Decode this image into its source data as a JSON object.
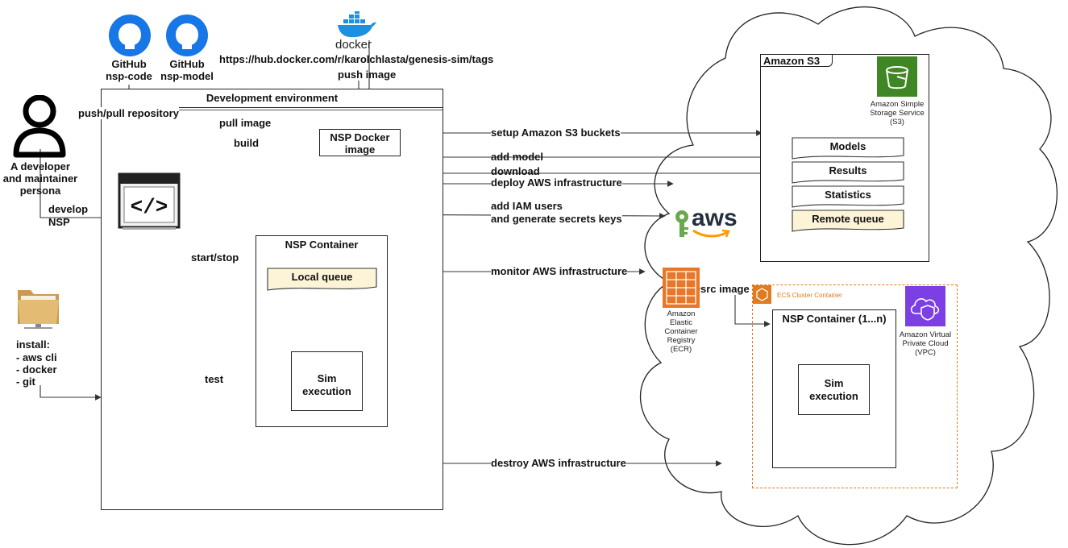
{
  "github": [
    {
      "title": "GitHub",
      "name": "nsp-code"
    },
    {
      "title": "GitHub",
      "name": "nsp-model"
    }
  ],
  "docker": {
    "logo_text": "docker",
    "url": "https://hub.docker.com/r/karolchlasta/genesis-sim/tags"
  },
  "developer": {
    "line1": "A developer",
    "line2": "and maintainer",
    "line3": "persona"
  },
  "dev_env": {
    "title": "Development environment"
  },
  "nsp_docker_image": {
    "line1": "NSP Docker",
    "line2": "image"
  },
  "nsp_container": {
    "title": "NSP Container",
    "local_queue": "Local queue",
    "sim_line1": "Sim",
    "sim_line2": "execution"
  },
  "install": {
    "title": "install:",
    "items": [
      "- aws cli",
      "- docker",
      "- git"
    ]
  },
  "edges": {
    "push_pull": "push/pull repository",
    "pull_image": "pull image",
    "push_image": "push image",
    "build": "build",
    "develop1": "develop",
    "develop2": "NSP",
    "start_stop": "start/stop",
    "test": "test",
    "setup_s3": "setup Amazon S3 buckets",
    "add_model": "add model",
    "download": "download",
    "deploy": "deploy AWS infrastructure",
    "iam1": "add IAM users",
    "iam2": "and generate secrets keys",
    "monitor": "monitor AWS infrastructure",
    "src_image": "src image",
    "destroy": "destroy AWS infrastructure"
  },
  "s3": {
    "title": "Amazon S3",
    "service_line1": "Amazon Simple",
    "service_line2": "Storage Service",
    "service_line3": "(S3)",
    "folders": [
      "Models",
      "Results",
      "Statistics",
      "Remote queue"
    ]
  },
  "aws": {
    "logo_text": "aws"
  },
  "ecr": {
    "line1": "Amazon",
    "line2": "Elastic",
    "line3": "Container",
    "line4": "Registry",
    "line5": "(ECR)"
  },
  "ecs": {
    "label": "ECS Cluster Container",
    "container_title": "NSP Container (1...n)",
    "sim_line1": "Sim",
    "sim_line2": "execution"
  },
  "vpc": {
    "line1": "Amazon Virtual",
    "line2": "Private Cloud",
    "line3": "(VPC)"
  },
  "colors": {
    "github_blue": "#1877e6",
    "docker_blue": "#1d91e0",
    "s3_green": "#3f8624",
    "aws_orange": "#ff9900",
    "aws_key_green": "#6aa84f",
    "ecr_orange": "#e8772a",
    "ecs_orange": "#e07b1f",
    "vpc_purple": "#7b3fe4",
    "queue_fill": "#fdf3d6"
  }
}
